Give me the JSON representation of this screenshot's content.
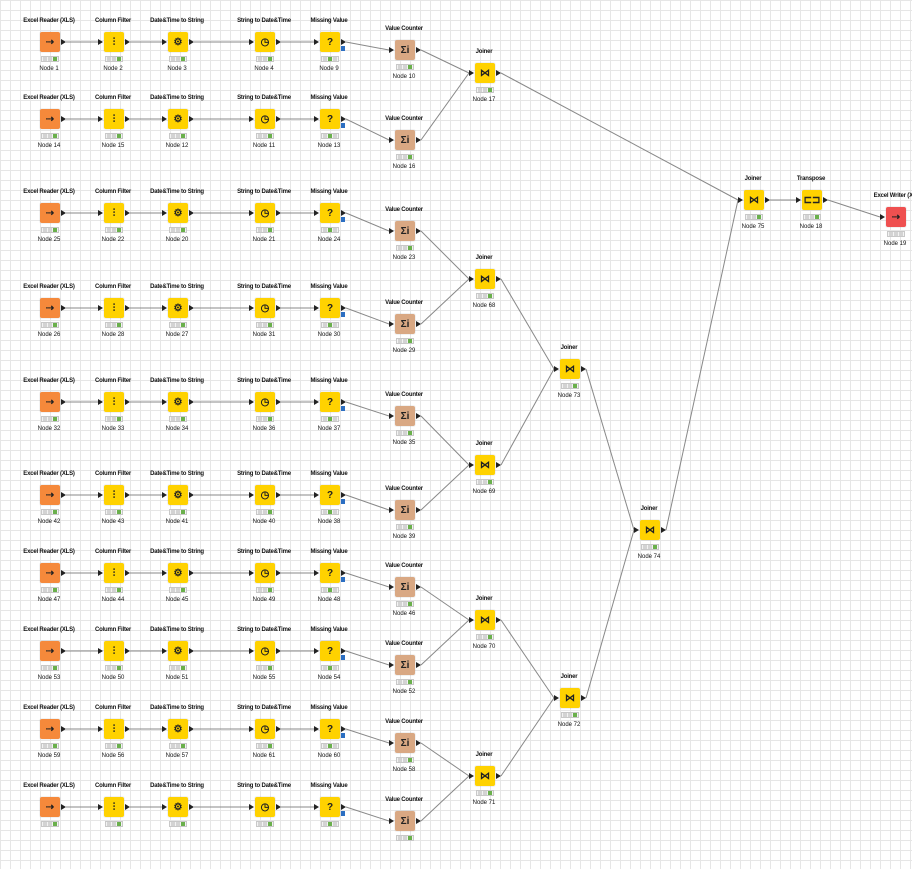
{
  "workflow": {
    "nodes": [
      {
        "id": "n1",
        "title": "Excel Reader (XLS)",
        "label": "Node 1",
        "type": "reader",
        "icon": "excel-reader-icon",
        "glyph": "⇢",
        "status": [
          0,
          0,
          1
        ]
      },
      {
        "id": "n2",
        "title": "Column Filter",
        "label": "Node 2",
        "type": "manip",
        "icon": "column-filter-icon",
        "glyph": "⫶",
        "status": [
          0,
          0,
          1
        ]
      },
      {
        "id": "n3",
        "title": "Date&Time to String",
        "label": "Node 3",
        "type": "manip",
        "icon": "datetime-to-string-icon",
        "glyph": "⚙",
        "status": [
          0,
          0,
          1
        ]
      },
      {
        "id": "n4",
        "title": "String to Date&Time",
        "label": "Node 4",
        "type": "manip",
        "icon": "string-to-datetime-icon",
        "glyph": "◷",
        "status": [
          0,
          0,
          1
        ]
      },
      {
        "id": "n9",
        "title": "Missing Value",
        "label": "Node 9",
        "type": "manip",
        "icon": "missing-value-icon",
        "glyph": "?",
        "status": [
          0,
          1,
          0
        ],
        "flow": true
      },
      {
        "id": "n10",
        "title": "Value Counter",
        "label": "Node 10",
        "type": "counter",
        "icon": "value-counter-icon",
        "glyph": "Σi",
        "status": [
          0,
          0,
          1
        ]
      },
      {
        "id": "n14",
        "title": "Excel Reader (XLS)",
        "label": "Node 14",
        "type": "reader",
        "icon": "excel-reader-icon",
        "glyph": "⇢",
        "status": [
          0,
          0,
          1
        ]
      },
      {
        "id": "n15",
        "title": "Column Filter",
        "label": "Node 15",
        "type": "manip",
        "icon": "column-filter-icon",
        "glyph": "⫶",
        "status": [
          0,
          0,
          1
        ]
      },
      {
        "id": "n12",
        "title": "Date&Time to String",
        "label": "Node 12",
        "type": "manip",
        "icon": "datetime-to-string-icon",
        "glyph": "⚙",
        "status": [
          0,
          0,
          1
        ]
      },
      {
        "id": "n11",
        "title": "String to Date&Time",
        "label": "Node 11",
        "type": "manip",
        "icon": "string-to-datetime-icon",
        "glyph": "◷",
        "status": [
          0,
          0,
          1
        ]
      },
      {
        "id": "n13",
        "title": "Missing Value",
        "label": "Node 13",
        "type": "manip",
        "icon": "missing-value-icon",
        "glyph": "?",
        "status": [
          0,
          1,
          0
        ],
        "flow": true
      },
      {
        "id": "n16",
        "title": "Value Counter",
        "label": "Node 16",
        "type": "counter",
        "icon": "value-counter-icon",
        "glyph": "Σi",
        "status": [
          0,
          0,
          1
        ]
      },
      {
        "id": "n17",
        "title": "Joiner",
        "label": "Node 17",
        "type": "manip",
        "icon": "joiner-icon",
        "glyph": "⋈",
        "status": [
          0,
          0,
          1
        ]
      },
      {
        "id": "n25",
        "title": "Excel Reader (XLS)",
        "label": "Node 25",
        "type": "reader",
        "icon": "excel-reader-icon",
        "glyph": "⇢",
        "status": [
          0,
          0,
          1
        ]
      },
      {
        "id": "n22",
        "title": "Column Filter",
        "label": "Node 22",
        "type": "manip",
        "icon": "column-filter-icon",
        "glyph": "⫶",
        "status": [
          0,
          0,
          1
        ]
      },
      {
        "id": "n20",
        "title": "Date&Time to String",
        "label": "Node 20",
        "type": "manip",
        "icon": "datetime-to-string-icon",
        "glyph": "⚙",
        "status": [
          0,
          0,
          1
        ]
      },
      {
        "id": "n21",
        "title": "String to Date&Time",
        "label": "Node 21",
        "type": "manip",
        "icon": "string-to-datetime-icon",
        "glyph": "◷",
        "status": [
          0,
          0,
          1
        ]
      },
      {
        "id": "n24",
        "title": "Missing Value",
        "label": "Node 24",
        "type": "manip",
        "icon": "missing-value-icon",
        "glyph": "?",
        "status": [
          0,
          1,
          0
        ],
        "flow": true
      },
      {
        "id": "n23",
        "title": "Value Counter",
        "label": "Node 23",
        "type": "counter",
        "icon": "value-counter-icon",
        "glyph": "Σi",
        "status": [
          0,
          0,
          1
        ]
      },
      {
        "id": "n26",
        "title": "Excel Reader (XLS)",
        "label": "Node 26",
        "type": "reader",
        "icon": "excel-reader-icon",
        "glyph": "⇢",
        "status": [
          0,
          0,
          1
        ]
      },
      {
        "id": "n28",
        "title": "Column Filter",
        "label": "Node 28",
        "type": "manip",
        "icon": "column-filter-icon",
        "glyph": "⫶",
        "status": [
          0,
          0,
          1
        ]
      },
      {
        "id": "n27",
        "title": "Date&Time to String",
        "label": "Node 27",
        "type": "manip",
        "icon": "datetime-to-string-icon",
        "glyph": "⚙",
        "status": [
          0,
          0,
          1
        ]
      },
      {
        "id": "n31",
        "title": "String to Date&Time",
        "label": "Node 31",
        "type": "manip",
        "icon": "string-to-datetime-icon",
        "glyph": "◷",
        "status": [
          0,
          0,
          1
        ]
      },
      {
        "id": "n30",
        "title": "Missing Value",
        "label": "Node 30",
        "type": "manip",
        "icon": "missing-value-icon",
        "glyph": "?",
        "status": [
          0,
          1,
          0
        ],
        "flow": true
      },
      {
        "id": "n29",
        "title": "Value Counter",
        "label": "Node 29",
        "type": "counter",
        "icon": "value-counter-icon",
        "glyph": "Σi",
        "status": [
          0,
          0,
          1
        ]
      },
      {
        "id": "n68",
        "title": "Joiner",
        "label": "Node 68",
        "type": "manip",
        "icon": "joiner-icon",
        "glyph": "⋈",
        "status": [
          0,
          0,
          1
        ]
      },
      {
        "id": "n32",
        "title": "Excel Reader (XLS)",
        "label": "Node 32",
        "type": "reader",
        "icon": "excel-reader-icon",
        "glyph": "⇢",
        "status": [
          0,
          0,
          1
        ]
      },
      {
        "id": "n33",
        "title": "Column Filter",
        "label": "Node 33",
        "type": "manip",
        "icon": "column-filter-icon",
        "glyph": "⫶",
        "status": [
          0,
          0,
          1
        ]
      },
      {
        "id": "n34",
        "title": "Date&Time to String",
        "label": "Node 34",
        "type": "manip",
        "icon": "datetime-to-string-icon",
        "glyph": "⚙",
        "status": [
          0,
          0,
          1
        ]
      },
      {
        "id": "n36",
        "title": "String to Date&Time",
        "label": "Node 36",
        "type": "manip",
        "icon": "string-to-datetime-icon",
        "glyph": "◷",
        "status": [
          0,
          0,
          1
        ]
      },
      {
        "id": "n37",
        "title": "Missing Value",
        "label": "Node 37",
        "type": "manip",
        "icon": "missing-value-icon",
        "glyph": "?",
        "status": [
          0,
          1,
          0
        ],
        "flow": true
      },
      {
        "id": "n35",
        "title": "Value Counter",
        "label": "Node 35",
        "type": "counter",
        "icon": "value-counter-icon",
        "glyph": "Σi",
        "status": [
          0,
          0,
          1
        ]
      },
      {
        "id": "n73",
        "title": "Joiner",
        "label": "Node 73",
        "type": "manip",
        "icon": "joiner-icon",
        "glyph": "⋈",
        "status": [
          0,
          0,
          1
        ]
      },
      {
        "id": "n42",
        "title": "Excel Reader (XLS)",
        "label": "Node 42",
        "type": "reader",
        "icon": "excel-reader-icon",
        "glyph": "⇢",
        "status": [
          0,
          0,
          1
        ]
      },
      {
        "id": "n43",
        "title": "Column Filter",
        "label": "Node 43",
        "type": "manip",
        "icon": "column-filter-icon",
        "glyph": "⫶",
        "status": [
          0,
          0,
          1
        ]
      },
      {
        "id": "n41",
        "title": "Date&Time to String",
        "label": "Node 41",
        "type": "manip",
        "icon": "datetime-to-string-icon",
        "glyph": "⚙",
        "status": [
          0,
          0,
          1
        ]
      },
      {
        "id": "n40",
        "title": "String to Date&Time",
        "label": "Node 40",
        "type": "manip",
        "icon": "string-to-datetime-icon",
        "glyph": "◷",
        "status": [
          0,
          0,
          1
        ]
      },
      {
        "id": "n38",
        "title": "Missing Value",
        "label": "Node 38",
        "type": "manip",
        "icon": "missing-value-icon",
        "glyph": "?",
        "status": [
          0,
          1,
          0
        ],
        "flow": true
      },
      {
        "id": "n39",
        "title": "Value Counter",
        "label": "Node 39",
        "type": "counter",
        "icon": "value-counter-icon",
        "glyph": "Σi",
        "status": [
          0,
          0,
          1
        ]
      },
      {
        "id": "n69",
        "title": "Joiner",
        "label": "Node 69",
        "type": "manip",
        "icon": "joiner-icon",
        "glyph": "⋈",
        "status": [
          0,
          0,
          1
        ]
      },
      {
        "id": "n47",
        "title": "Excel Reader (XLS)",
        "label": "Node 47",
        "type": "reader",
        "icon": "excel-reader-icon",
        "glyph": "⇢",
        "status": [
          0,
          0,
          1
        ]
      },
      {
        "id": "n44",
        "title": "Column Filter",
        "label": "Node 44",
        "type": "manip",
        "icon": "column-filter-icon",
        "glyph": "⫶",
        "status": [
          0,
          0,
          1
        ]
      },
      {
        "id": "n45",
        "title": "Date&Time to String",
        "label": "Node 45",
        "type": "manip",
        "icon": "datetime-to-string-icon",
        "glyph": "⚙",
        "status": [
          0,
          0,
          1
        ]
      },
      {
        "id": "n49",
        "title": "String to Date&Time",
        "label": "Node 49",
        "type": "manip",
        "icon": "string-to-datetime-icon",
        "glyph": "◷",
        "status": [
          0,
          0,
          1
        ]
      },
      {
        "id": "n48",
        "title": "Missing Value",
        "label": "Node 48",
        "type": "manip",
        "icon": "missing-value-icon",
        "glyph": "?",
        "status": [
          0,
          1,
          0
        ],
        "flow": true
      },
      {
        "id": "n46",
        "title": "Value Counter",
        "label": "Node 46",
        "type": "counter",
        "icon": "value-counter-icon",
        "glyph": "Σi",
        "status": [
          0,
          0,
          1
        ]
      },
      {
        "id": "n70",
        "title": "Joiner",
        "label": "Node 70",
        "type": "manip",
        "icon": "joiner-icon",
        "glyph": "⋈",
        "status": [
          0,
          0,
          1
        ]
      },
      {
        "id": "n53",
        "title": "Excel Reader (XLS)",
        "label": "Node 53",
        "type": "reader",
        "icon": "excel-reader-icon",
        "glyph": "⇢",
        "status": [
          0,
          0,
          1
        ]
      },
      {
        "id": "n50",
        "title": "Column Filter",
        "label": "Node 50",
        "type": "manip",
        "icon": "column-filter-icon",
        "glyph": "⫶",
        "status": [
          0,
          0,
          1
        ]
      },
      {
        "id": "n51",
        "title": "Date&Time to String",
        "label": "Node 51",
        "type": "manip",
        "icon": "datetime-to-string-icon",
        "glyph": "⚙",
        "status": [
          0,
          0,
          1
        ]
      },
      {
        "id": "n55",
        "title": "String to Date&Time",
        "label": "Node 55",
        "type": "manip",
        "icon": "string-to-datetime-icon",
        "glyph": "◷",
        "status": [
          0,
          0,
          1
        ]
      },
      {
        "id": "n54",
        "title": "Missing Value",
        "label": "Node 54",
        "type": "manip",
        "icon": "missing-value-icon",
        "glyph": "?",
        "status": [
          0,
          1,
          0
        ],
        "flow": true
      },
      {
        "id": "n52",
        "title": "Value Counter",
        "label": "Node 52",
        "type": "counter",
        "icon": "value-counter-icon",
        "glyph": "Σi",
        "status": [
          0,
          0,
          1
        ]
      },
      {
        "id": "n72",
        "title": "Joiner",
        "label": "Node 72",
        "type": "manip",
        "icon": "joiner-icon",
        "glyph": "⋈",
        "status": [
          0,
          0,
          1
        ]
      },
      {
        "id": "n74",
        "title": "Joiner",
        "label": "Node 74",
        "type": "manip",
        "icon": "joiner-icon",
        "glyph": "⋈",
        "status": [
          0,
          0,
          1
        ]
      },
      {
        "id": "n59",
        "title": "Excel Reader (XLS)",
        "label": "Node 59",
        "type": "reader",
        "icon": "excel-reader-icon",
        "glyph": "⇢",
        "status": [
          0,
          0,
          1
        ]
      },
      {
        "id": "n56",
        "title": "Column Filter",
        "label": "Node 56",
        "type": "manip",
        "icon": "column-filter-icon",
        "glyph": "⫶",
        "status": [
          0,
          0,
          1
        ]
      },
      {
        "id": "n57",
        "title": "Date&Time to String",
        "label": "Node 57",
        "type": "manip",
        "icon": "datetime-to-string-icon",
        "glyph": "⚙",
        "status": [
          0,
          0,
          1
        ]
      },
      {
        "id": "n61",
        "title": "String to Date&Time",
        "label": "Node 61",
        "type": "manip",
        "icon": "string-to-datetime-icon",
        "glyph": "◷",
        "status": [
          0,
          0,
          1
        ]
      },
      {
        "id": "n60",
        "title": "Missing Value",
        "label": "Node 60",
        "type": "manip",
        "icon": "missing-value-icon",
        "glyph": "?",
        "status": [
          0,
          1,
          0
        ],
        "flow": true
      },
      {
        "id": "n58",
        "title": "Value Counter",
        "label": "Node 58",
        "type": "counter",
        "icon": "value-counter-icon",
        "glyph": "Σi",
        "status": [
          0,
          0,
          1
        ]
      },
      {
        "id": "n71",
        "title": "Joiner",
        "label": "Node 71",
        "type": "manip",
        "icon": "joiner-icon",
        "glyph": "⋈",
        "status": [
          0,
          0,
          1
        ]
      },
      {
        "id": "nr10a",
        "title": "Excel Reader (XLS)",
        "label": "",
        "type": "reader",
        "icon": "excel-reader-icon",
        "glyph": "⇢",
        "status": [
          0,
          0,
          1
        ]
      },
      {
        "id": "nr10b",
        "title": "Column Filter",
        "label": "",
        "type": "manip",
        "icon": "column-filter-icon",
        "glyph": "⫶",
        "status": [
          0,
          0,
          1
        ]
      },
      {
        "id": "nr10c",
        "title": "Date&Time to String",
        "label": "",
        "type": "manip",
        "icon": "datetime-to-string-icon",
        "glyph": "⚙",
        "status": [
          0,
          0,
          1
        ]
      },
      {
        "id": "nr10d",
        "title": "String to Date&Time",
        "label": "",
        "type": "manip",
        "icon": "string-to-datetime-icon",
        "glyph": "◷",
        "status": [
          0,
          0,
          1
        ]
      },
      {
        "id": "nr10e",
        "title": "Missing Value",
        "label": "",
        "type": "manip",
        "icon": "missing-value-icon",
        "glyph": "?",
        "status": [
          0,
          1,
          0
        ],
        "flow": true
      },
      {
        "id": "nr10f",
        "title": "Value Counter",
        "label": "",
        "type": "counter",
        "icon": "value-counter-icon",
        "glyph": "Σi",
        "status": [
          0,
          0,
          1
        ]
      },
      {
        "id": "n75",
        "title": "Joiner",
        "label": "Node 75",
        "type": "manip",
        "icon": "joiner-icon",
        "glyph": "⋈",
        "status": [
          0,
          0,
          1
        ]
      },
      {
        "id": "n18",
        "title": "Transpose",
        "label": "Node 18",
        "type": "manip",
        "icon": "transpose-icon",
        "glyph": "⊏⊐",
        "status": [
          0,
          0,
          1
        ]
      },
      {
        "id": "n19",
        "title": "Excel Writer (XL",
        "label": "Node 19",
        "type": "writer",
        "icon": "excel-writer-icon",
        "glyph": "⇢",
        "status": [
          0,
          0,
          0
        ]
      }
    ],
    "colors": {
      "reader": "#f5893b",
      "manip": "#ffd200",
      "counter": "#d9a883",
      "writer": "#ef5050",
      "connection": "#888888",
      "status_green": "#6ab04c",
      "flow_port": "#2b6ec2",
      "grid": "#e6e6e6"
    }
  }
}
